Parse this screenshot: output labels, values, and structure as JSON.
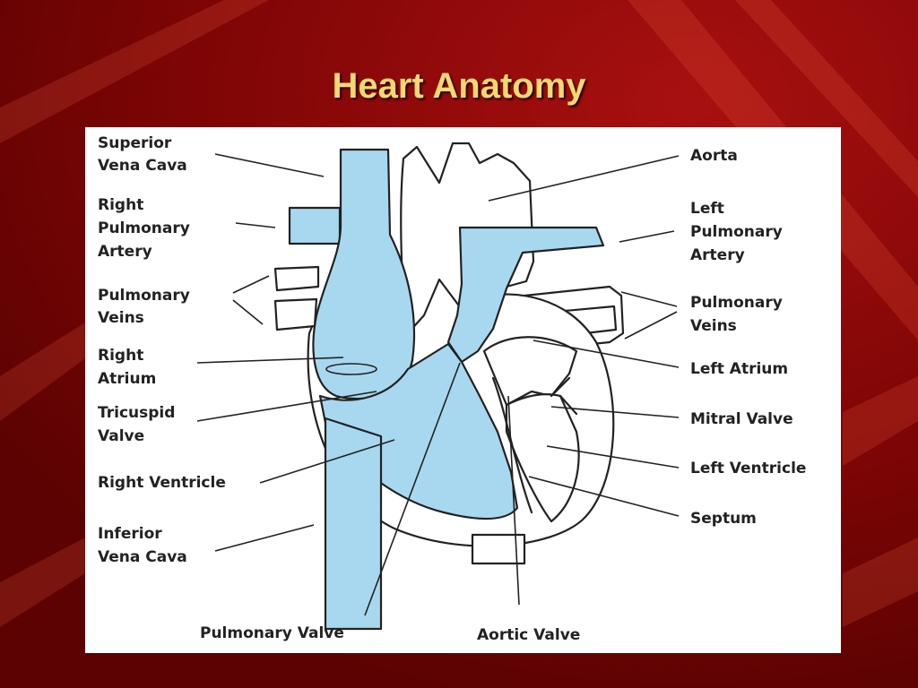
{
  "slide": {
    "title": "Heart Anatomy",
    "background_color": "#7a0303",
    "title_color": "#f2d973"
  },
  "diagram": {
    "deoxygenated_color": "#a8d8f0",
    "outline_color": "#222222",
    "labels": {
      "superior_vena_cava": [
        "Superior",
        "Vena Cava"
      ],
      "right_pulmonary_artery": [
        "Right",
        "Pulmonary",
        "Artery"
      ],
      "pulmonary_veins_right": [
        "Pulmonary",
        "Veins"
      ],
      "right_atrium": [
        "Right",
        "Atrium"
      ],
      "tricuspid_valve": [
        "Tricuspid",
        "Valve"
      ],
      "right_ventricle": [
        "Right Ventricle"
      ],
      "inferior_vena_cava": [
        "Inferior",
        "Vena Cava"
      ],
      "pulmonary_valve": [
        "Pulmonary Valve"
      ],
      "aortic_valve": [
        "Aortic Valve"
      ],
      "aorta": [
        "Aorta"
      ],
      "left_pulmonary_artery": [
        "Left",
        "Pulmonary",
        "Artery"
      ],
      "pulmonary_veins_left": [
        "Pulmonary",
        "Veins"
      ],
      "left_atrium": [
        "Left Atrium"
      ],
      "mitral_valve": [
        "Mitral Valve"
      ],
      "left_ventricle": [
        "Left Ventricle"
      ],
      "septum": [
        "Septum"
      ]
    }
  }
}
